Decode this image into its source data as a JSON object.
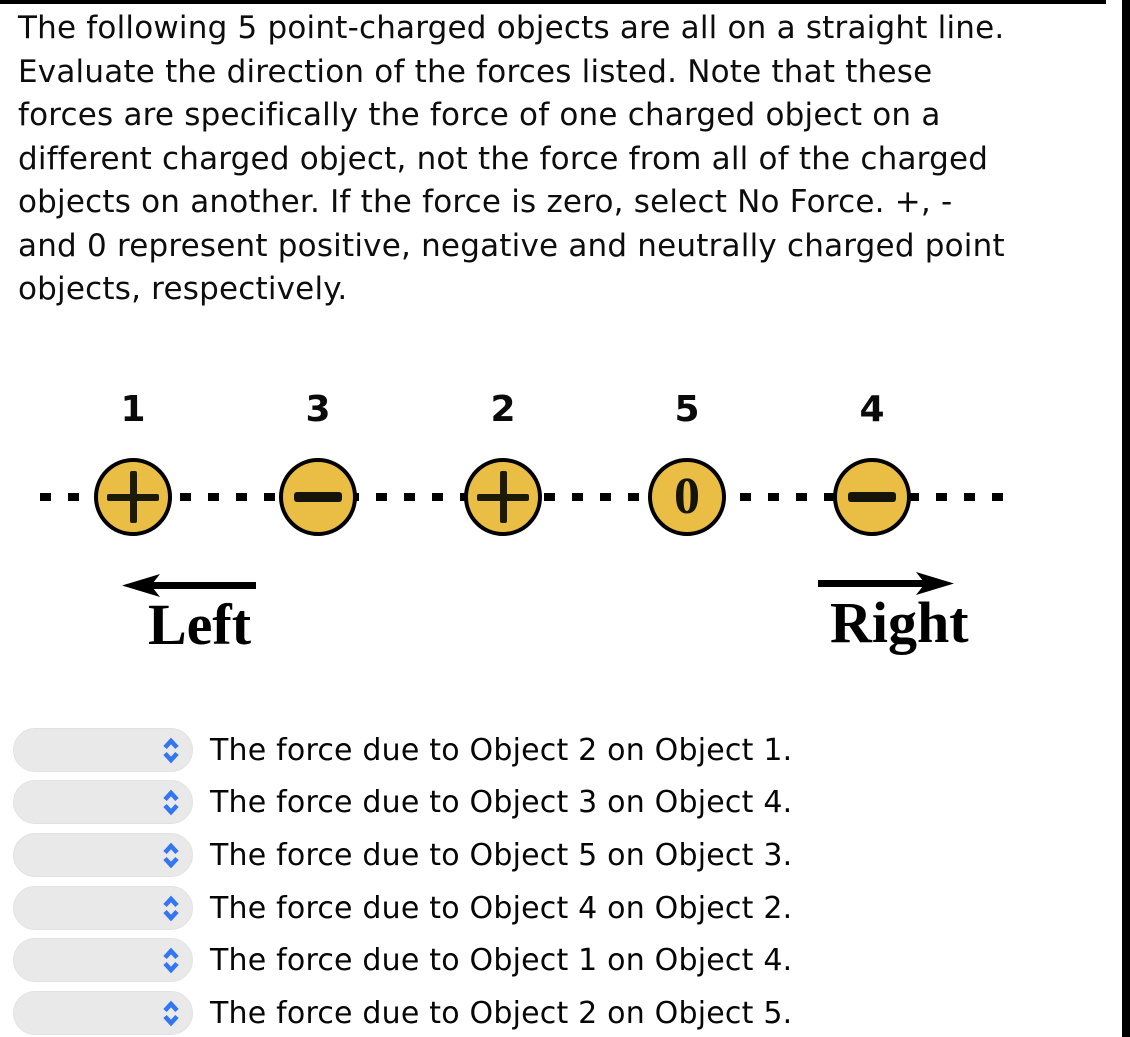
{
  "intro": {
    "lines": [
      "The following 5 point-charged objects are all on a straight line.",
      "Evaluate the direction of the forces listed. Note that these",
      "forces are specifically the force of one charged object on a",
      "different charged object, not the force from all of the charged",
      "objects on another. If the force is zero, select No Force. +, -",
      "and 0 represent positive, negative and neutrally charged point",
      "objects, respectively."
    ]
  },
  "diagram": {
    "objects": [
      {
        "label": "1",
        "charge": "+"
      },
      {
        "label": "3",
        "charge": "-"
      },
      {
        "label": "2",
        "charge": "+"
      },
      {
        "label": "5",
        "charge": "0"
      },
      {
        "label": "4",
        "charge": "-"
      }
    ],
    "left_label": "Left",
    "right_label": "Right",
    "colors": {
      "object_fill": "#EABD44",
      "object_border": "#000000",
      "symbol": "#1c1c06"
    }
  },
  "questions": [
    {
      "label": "The force due to Object 2 on Object 1.",
      "selected": ""
    },
    {
      "label": "The force due to Object 3 on Object 4.",
      "selected": ""
    },
    {
      "label": "The force due to Object 5 on Object 3.",
      "selected": ""
    },
    {
      "label": "The force due to Object 4 on Object 2.",
      "selected": ""
    },
    {
      "label": "The force due to Object 1 on Object 4.",
      "selected": ""
    },
    {
      "label": "The force due to Object 2 on Object 5.",
      "selected": ""
    }
  ],
  "dropdown": {
    "chevron_color": "#3476F2"
  }
}
